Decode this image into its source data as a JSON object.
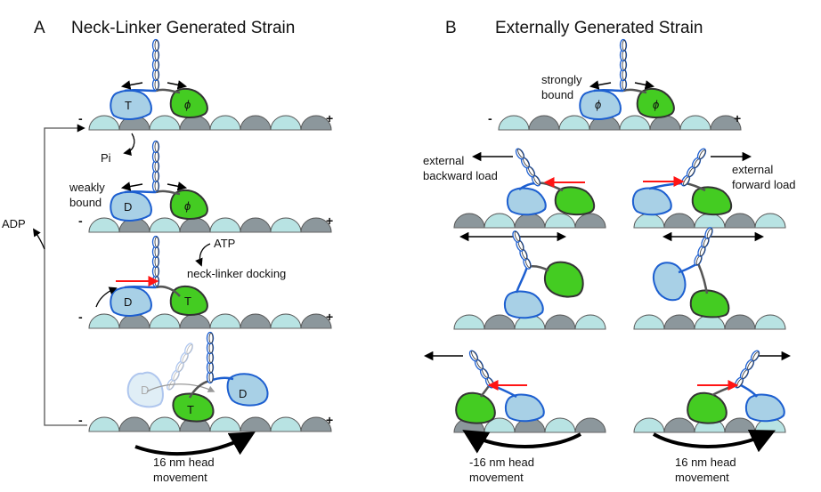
{
  "panel_a": {
    "letter": "A",
    "title": "Neck-Linker Generated Strain",
    "minus": "-",
    "plus": "+",
    "labels": {
      "pi": "Pi",
      "weakly_bound": "weakly\nbound",
      "atp": "ATP",
      "neck_linker_docking": "neck-linker docking",
      "adp": "ADP",
      "movement": "16  nm head\nmovement"
    },
    "heads": [
      {
        "left": "T",
        "right": "ϕ"
      },
      {
        "left": "D",
        "right": "ϕ"
      },
      {
        "left": "D",
        "right": "T"
      },
      {
        "left": "T",
        "right": "D",
        "ghost": "D"
      }
    ]
  },
  "panel_b": {
    "letter": "B",
    "title": "Externally Generated Strain",
    "minus": "-",
    "plus": "+",
    "labels": {
      "strongly_bound": "strongly\nbound",
      "external_backward": "external\nbackward load",
      "external_forward": "external\nforward load",
      "movement_left": "-16  nm head\nmovement",
      "movement_right": "16  nm head\nmovement"
    },
    "heads": [
      {
        "left": "ϕ",
        "right": "ϕ"
      }
    ]
  },
  "colors": {
    "microtubule_light": "#b8e3e3",
    "microtubule_dark": "#8c979c",
    "head_light_blue": "#a8d0e6",
    "head_green": "#44cc22",
    "neck_linker_blue": "#1d5fd0",
    "neck_linker_gray": "#555555",
    "force_arrow_red": "#ff1414",
    "arrow_black": "#000000"
  }
}
